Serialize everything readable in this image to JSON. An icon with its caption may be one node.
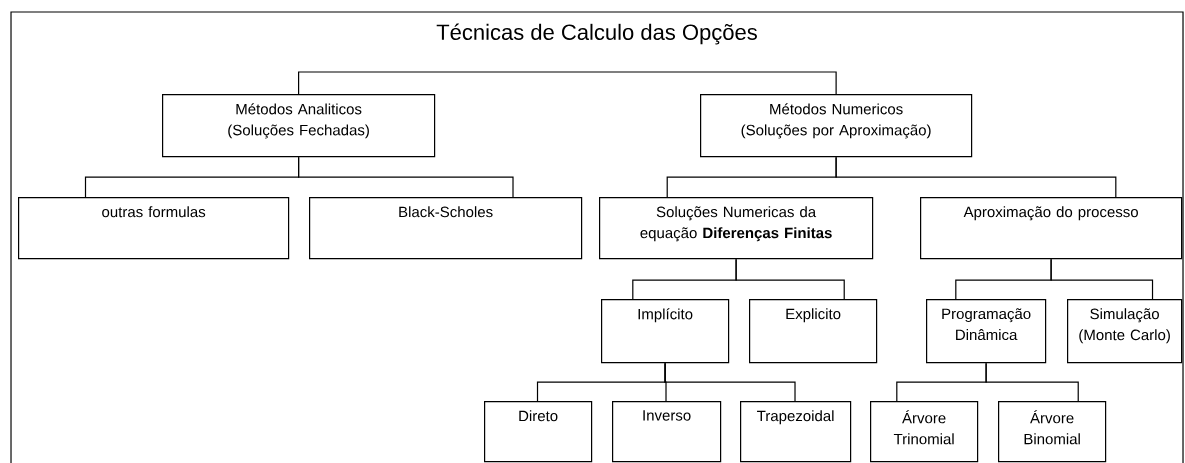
{
  "diagram": {
    "title": "Técnicas de Calculo das Opções",
    "nodes": [
      {
        "text": [
          "Métodos Analiticos (Soluções Fechadas)"
        ]
      },
      {
        "text": [
          "Métodos Numericos (Soluções por Aproximação)"
        ]
      },
      {
        "text": [
          "outras formulas"
        ]
      },
      {
        "text": [
          "Black-Scholes"
        ]
      },
      {
        "text": [
          "Soluções Numericas da equação **Diferenças Finitas**"
        ]
      },
      {
        "text": [
          "Aproximação do processo"
        ]
      },
      {
        "text": [
          "Implícito"
        ]
      },
      {
        "text": [
          "Explicito"
        ]
      },
      {
        "text": [
          "Programação Dinâmica"
        ]
      },
      {
        "text": [
          "Simulação (Monte Carlo)"
        ]
      },
      {
        "text": [
          "Direto"
        ]
      },
      {
        "text": [
          "Inverso"
        ]
      },
      {
        "text": [
          "Trapezoidal"
        ]
      },
      {
        "text": [
          "Árvore Trinomial"
        ]
      },
      {
        "text": [
          "Árvore Binomial"
        ]
      }
    ],
    "edges": [
      {
        "from": 0,
        "to": 1,
        "arrow": "none"
      },
      {
        "from": 0,
        "to": 2,
        "arrow": "none"
      },
      {
        "from": 0,
        "to": 3,
        "arrow": "none"
      },
      {
        "from": 1,
        "to": 4,
        "arrow": "none"
      },
      {
        "from": 1,
        "to": 5,
        "arrow": "none"
      },
      {
        "from": 4,
        "to": 6,
        "arrow": "none"
      },
      {
        "from": 4,
        "to": 7,
        "arrow": "none"
      },
      {
        "from": 5,
        "to": 8,
        "arrow": "none"
      },
      {
        "from": 5,
        "to": 9,
        "arrow": "none"
      },
      {
        "from": 6,
        "to": 10,
        "arrow": "none"
      },
      {
        "from": 6,
        "to": 11,
        "arrow": "none"
      },
      {
        "from": 6,
        "to": 12,
        "arrow": "none"
      },
      {
        "from": 8,
        "to": 13,
        "arrow": "none"
      },
      {
        "from": 8,
        "to": 14,
        "arrow": "none"
      }
    ]
  }
}
